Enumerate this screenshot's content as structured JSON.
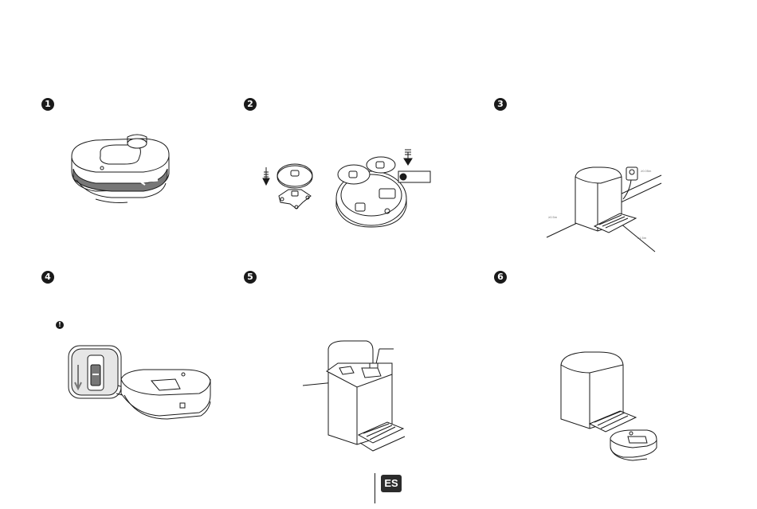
{
  "steps": [
    {
      "number": "1"
    },
    {
      "number": "2"
    },
    {
      "number": "3"
    },
    {
      "number": "4"
    },
    {
      "number": "5"
    },
    {
      "number": "6"
    }
  ],
  "warning_symbol": "!",
  "language_tag": "ES",
  "colors": {
    "ink": "#1a1a1a",
    "accent_gray": "#777777",
    "badge_bg": "#2b2b2b"
  },
  "icons": [
    "step-badge",
    "warning-icon",
    "down-arrow-icon",
    "robot-vacuum-illustration",
    "mop-pad-illustration",
    "base-station-illustration"
  ]
}
